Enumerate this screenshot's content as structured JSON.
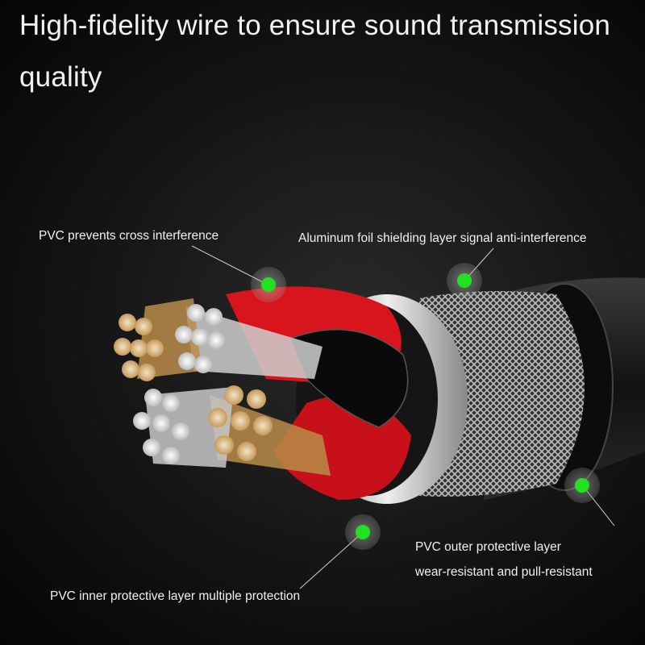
{
  "title": {
    "line1": "High-fidelity wire to ensure sound transmission",
    "line2": "quality"
  },
  "callouts": {
    "pvc_cross": "PVC prevents cross interference",
    "aluminum": "Aluminum foil shielding layer signal anti-interference",
    "outer_line1": "PVC outer protective layer",
    "outer_line2": "wear-resistant and pull-resistant",
    "inner": "PVC inner protective layer multiple protection"
  },
  "colors": {
    "marker": "#22e022",
    "wire_red": "#d8141c",
    "gold": "#d9b98a",
    "silver": "#e6e6e6"
  }
}
